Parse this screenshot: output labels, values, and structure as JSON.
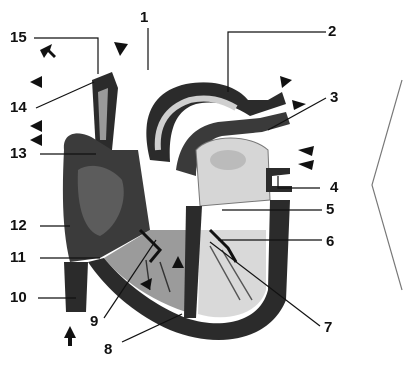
{
  "diagram": {
    "labels": {
      "l1": "1",
      "l2": "2",
      "l3": "3",
      "l4": "4",
      "l5": "5",
      "l6": "6",
      "l7": "7",
      "l8": "8",
      "l9": "9",
      "l10": "10",
      "l11": "11",
      "l12": "12",
      "l13": "13",
      "l14": "14",
      "l15": "15"
    },
    "colors": {
      "ink": "#111111",
      "tissue": "#2b2b2b",
      "light": "#cfcfcf",
      "paper": "#ffffff"
    }
  }
}
